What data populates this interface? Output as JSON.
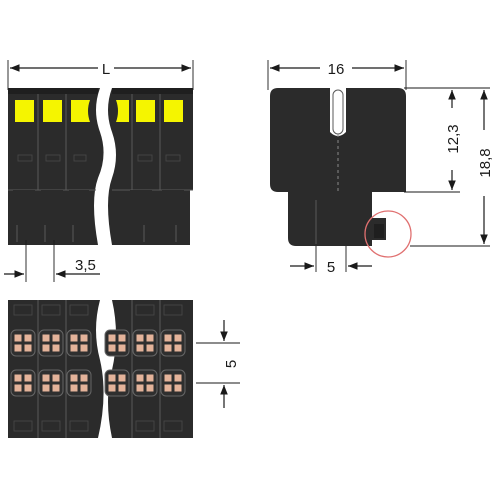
{
  "dimensions": {
    "length_label": "L",
    "pitch_label": "3,5",
    "width_label": "16",
    "offset_label": "5",
    "height_upper_label": "12,3",
    "height_total_label": "18,8",
    "row_spacing_label": "5"
  },
  "colors": {
    "housing": "#2b2b2b",
    "release_button": "#f5f500",
    "contact": "#e4b39a",
    "highlight_circle": "#e07070"
  }
}
